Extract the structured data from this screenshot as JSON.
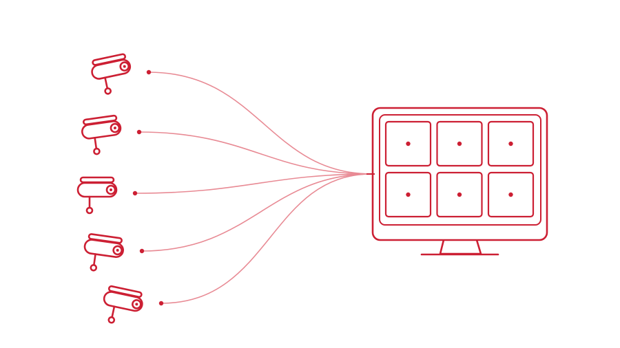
{
  "colors": {
    "primary": "#cc1f33",
    "link": "#e88a94",
    "background": "#ffffff"
  },
  "icons": {
    "camera": "security-camera-icon",
    "monitor": "monitor-icon"
  },
  "diagram": {
    "camera_count": 5,
    "monitor_grid": {
      "rows": 2,
      "cols": 3
    }
  }
}
